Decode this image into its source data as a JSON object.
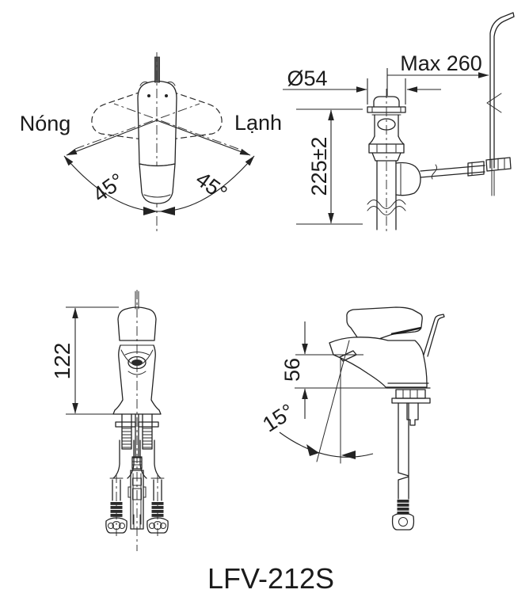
{
  "title": "LFV-212S",
  "colors": {
    "line": "#232323",
    "background": "#ffffff"
  },
  "views": {
    "top": {
      "hot_label": "Nóng",
      "cold_label": "Lạnh",
      "left_angle": "45°",
      "right_angle": "45°"
    },
    "drain": {
      "diameter_label": "Ø54",
      "max_reach_label": "Max 260",
      "height_label": "225±2"
    },
    "front": {
      "height_label": "122"
    },
    "side": {
      "spout_height_label": "56",
      "spout_angle_label": "15°"
    }
  }
}
